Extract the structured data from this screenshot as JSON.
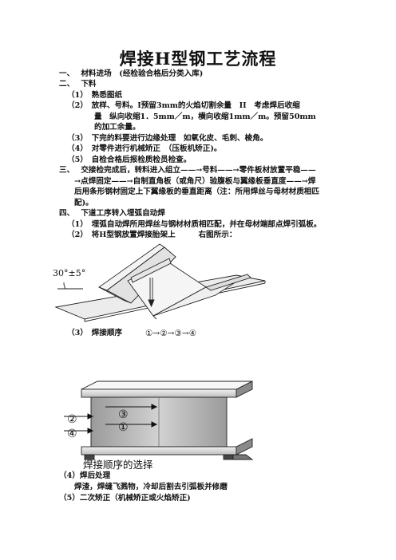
{
  "title": "焊接H型钢工艺流程",
  "sections": {
    "s1": "一、　 材料进场　(经检验合格后分类入库)",
    "s2": "二、　 下料",
    "s2_1": "（1）　熟悉图纸",
    "s2_2a": "（2）　放样、号料。Ⅰ预留3mm的火焰切割余量　ⅠⅠ　考虑焊后收缩",
    "s2_2b": "量　纵向收缩1．5mm／m，横向收缩1mm／m。预留50mm",
    "s2_2c": "的加工余量。",
    "s2_3": "（3）　下完的料要进行边缘处理　如氧化皮、毛刺、棱角。",
    "s2_4": "（4）　对零件进行机械矫正　（压板机矫正)。",
    "s2_5": "（5）　自检合格后报检质检员检查。",
    "s3a": "三、　 交接检完成后，转料进入组立——→号料——→零件板材放置平稳——",
    "s3b": "→点焊固定——→自制直角板（或角尺）验腹板与翼缘板垂直度——→焊",
    "s3c": "后用条形钢材固定上下翼缘板的垂直距离（注：所用焊丝与母材材质相匹",
    "s3d": "配)。",
    "s4": "四、　 下道工序转入埋弧自动焊",
    "s4_1": "（1）　埋弧自动焊所用焊丝与钢材材质相匹配，并在母材端部点焊引弧板。",
    "s4_2": "（2）　将H型钢放置焊接胎架上　　　右图所示：",
    "s4_3_label": "（3）　焊接顺序",
    "s4_3_seq": "①→②→③→④",
    "s4_4": "（4）焊后处理",
    "s4_4b": "焊渣，焊缝飞溅物，冷却后割去引弧板并修磨",
    "s4_5": "（5）二次矫正（机械矫正或火焰矫正)"
  },
  "figure1": {
    "angle_label": "30°±5°"
  },
  "figure2": {
    "caption": "焊接顺序的选择",
    "markers": [
      "③",
      "①",
      "②",
      "④"
    ]
  }
}
